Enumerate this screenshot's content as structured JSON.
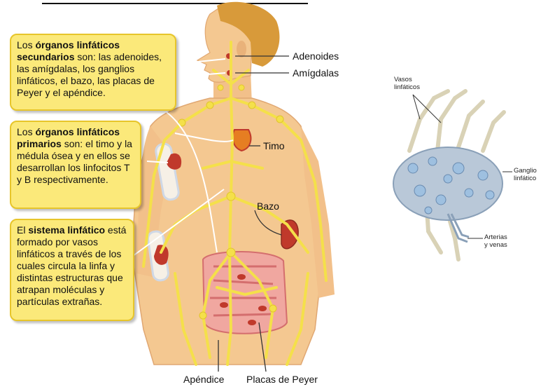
{
  "callouts": {
    "secondary": {
      "pre": "Los ",
      "bold": "órganos linfáticos secundarios",
      "post": " son: las adenoides, las amígdalas, los ganglios linfáticos, el bazo, las placas de Peyer y el apéndice."
    },
    "primary": {
      "pre": "Los ",
      "bold": "órganos linfáticos primarios",
      "post": " son: el timo y la médula ósea y en ellos se desarrollan los linfocitos T y B respectivamente."
    },
    "system": {
      "pre": "El ",
      "bold": "sistema linfático",
      "post": " está formado por vasos linfáticos a través de los cuales circula la linfa y distintas estructuras que atrapan moléculas y partículas extrañas."
    }
  },
  "labels": {
    "adenoides": "Adenoides",
    "amigdalas": "Amígdalas",
    "timo": "Timo",
    "bazo": "Bazo",
    "apendice": "Apéndice",
    "placas": "Placas de Peyer"
  },
  "ganglio": {
    "vasos": "Vasos\nlinfáticos",
    "ganglio": "Ganglio\nlinfático",
    "arterias": "Arterias\ny venas"
  },
  "colors": {
    "callout_bg": "#fbe97a",
    "skin": "#f2c08a",
    "lymph": "#f4e04a",
    "organ": "#c0392b",
    "node": "#b9c8d8"
  }
}
